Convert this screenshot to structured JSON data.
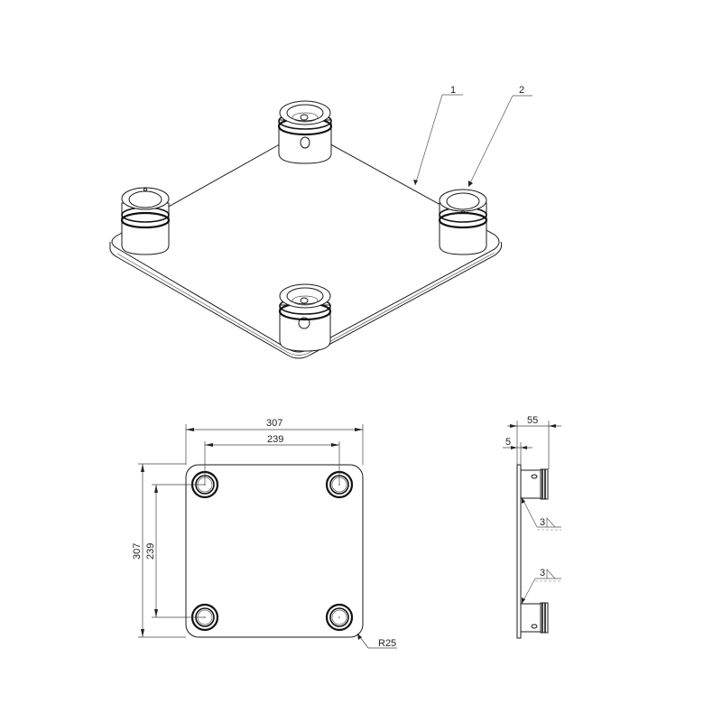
{
  "drawing": {
    "type": "technical-drawing",
    "subject": "square truss base plate with 4 conical connector spigots",
    "background": "#ffffff",
    "line_color": "#1a1a1a"
  },
  "isometric_view": {
    "callouts": [
      {
        "id": "callout-1",
        "label": "1",
        "refers_to": "base plate"
      },
      {
        "id": "callout-2",
        "label": "2",
        "refers_to": "connector spigot"
      }
    ],
    "spigot_count": 4
  },
  "front_view": {
    "dimensions": {
      "overall_width": "307",
      "hole_spacing_width": "239",
      "overall_height": "307",
      "hole_spacing_height": "239",
      "corner_radius": "R25"
    }
  },
  "side_view": {
    "dimensions": {
      "total_depth": "55",
      "plate_thickness": "5"
    },
    "welds": [
      {
        "size": "3",
        "position": "upper"
      },
      {
        "size": "3",
        "position": "lower"
      }
    ]
  }
}
